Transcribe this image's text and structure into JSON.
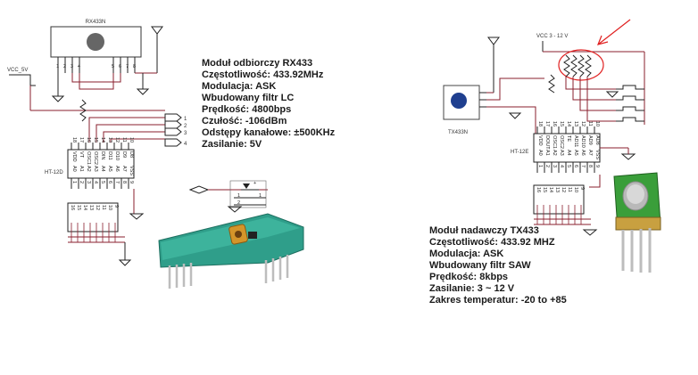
{
  "receiver": {
    "module_title": "RX433N",
    "vcc_label": "VCC_5V",
    "ic_label": "HT-12D",
    "ic_top_pins": [
      "VDD",
      "VT",
      "OSC1",
      "OSC2",
      "DIN",
      "D11",
      "D10",
      "D9",
      "D8"
    ],
    "ic_top_numbers": [
      "18",
      "17",
      "16",
      "15",
      "14",
      "13",
      "12",
      "11",
      "10"
    ],
    "ic_bottom_pins": [
      "A0",
      "A1",
      "A2",
      "A3",
      "A4",
      "A5",
      "A6",
      "A7",
      "VSS"
    ],
    "ic_bottom_numbers": [
      "1",
      "2",
      "3",
      "4",
      "5",
      "6",
      "7",
      "8",
      "9"
    ],
    "switch_numbers": [
      "16",
      "15",
      "14",
      "13",
      "12",
      "11",
      "10",
      "9"
    ],
    "module_pins": [
      "1",
      "2",
      "3",
      "4",
      "5",
      "6",
      "7",
      "8"
    ],
    "outputs": [
      "1",
      "2",
      "3",
      "4"
    ],
    "specs": [
      "Moduł odbiorczy RX433",
      "Częstotliwość: 433.92MHz",
      "Modulacja: ASK",
      "Wbudowany filtr LC",
      "Prędkość: 4800bps",
      "Czułość: -106dBm",
      "Odstępy kanałowe: ±500KHz",
      "Zasilanie: 5V"
    ]
  },
  "transmitter": {
    "module_title": "TX433N",
    "vcc_label": "VCC 3 - 12 V",
    "ic_label": "HT-12E",
    "ic_top_pins": [
      "VDD",
      "DOUT",
      "OSC1",
      "OSC2",
      "TE",
      "AD11",
      "AD10",
      "AD9",
      "AD8"
    ],
    "ic_top_numbers": [
      "18",
      "17",
      "16",
      "15",
      "14",
      "13",
      "12",
      "11",
      "10"
    ],
    "ic_bottom_pins": [
      "A0",
      "A1",
      "A2",
      "A3",
      "A4",
      "A5",
      "A6",
      "A7",
      "VSS"
    ],
    "ic_bottom_numbers": [
      "1",
      "2",
      "3",
      "4",
      "5",
      "6",
      "7",
      "8",
      "9"
    ],
    "switch_numbers": [
      "16",
      "15",
      "14",
      "13",
      "12",
      "11",
      "10",
      "9"
    ],
    "specs": [
      "Moduł nadawczy TX433",
      "Częstotliwość: 433.92 MHZ",
      "Modulacja: ASK",
      "Wbudowany filtr SAW",
      "Prędkość: 8kbps",
      "Zasilanie: 3 ~ 12 V",
      "Zakres temperatur: -20 to +85"
    ]
  },
  "colors": {
    "wire": "#8a1f2e",
    "pcb_green": "#2f9e8a",
    "pin_metal": "#c9c9c9",
    "annotation_red": "#e02020"
  }
}
